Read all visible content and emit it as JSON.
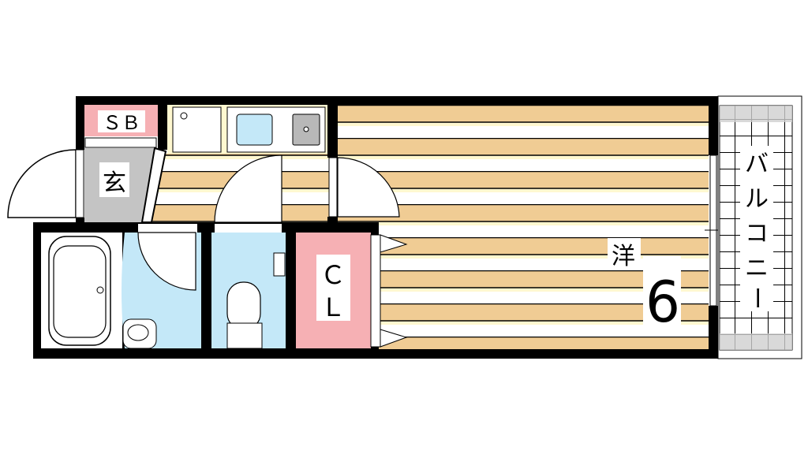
{
  "floorplan": {
    "rooms": {
      "shoe_box": "ＳＢ",
      "entrance": "玄",
      "closet_c": "Ｃ",
      "closet_l": "Ｌ",
      "western_room": "洋",
      "western_room_size": "6",
      "balcony": [
        "バ",
        "ル",
        "コ",
        "ニ",
        "ー"
      ]
    },
    "colors": {
      "wall": "#000000",
      "floor_wood": "#f0cc94",
      "floor_light": "#fff8d0",
      "wet_area": "#c4e8f8",
      "closet": "#f6b0b4",
      "entrance": "#c4c4c4",
      "balcony_tile": "#d0d0d0"
    }
  }
}
